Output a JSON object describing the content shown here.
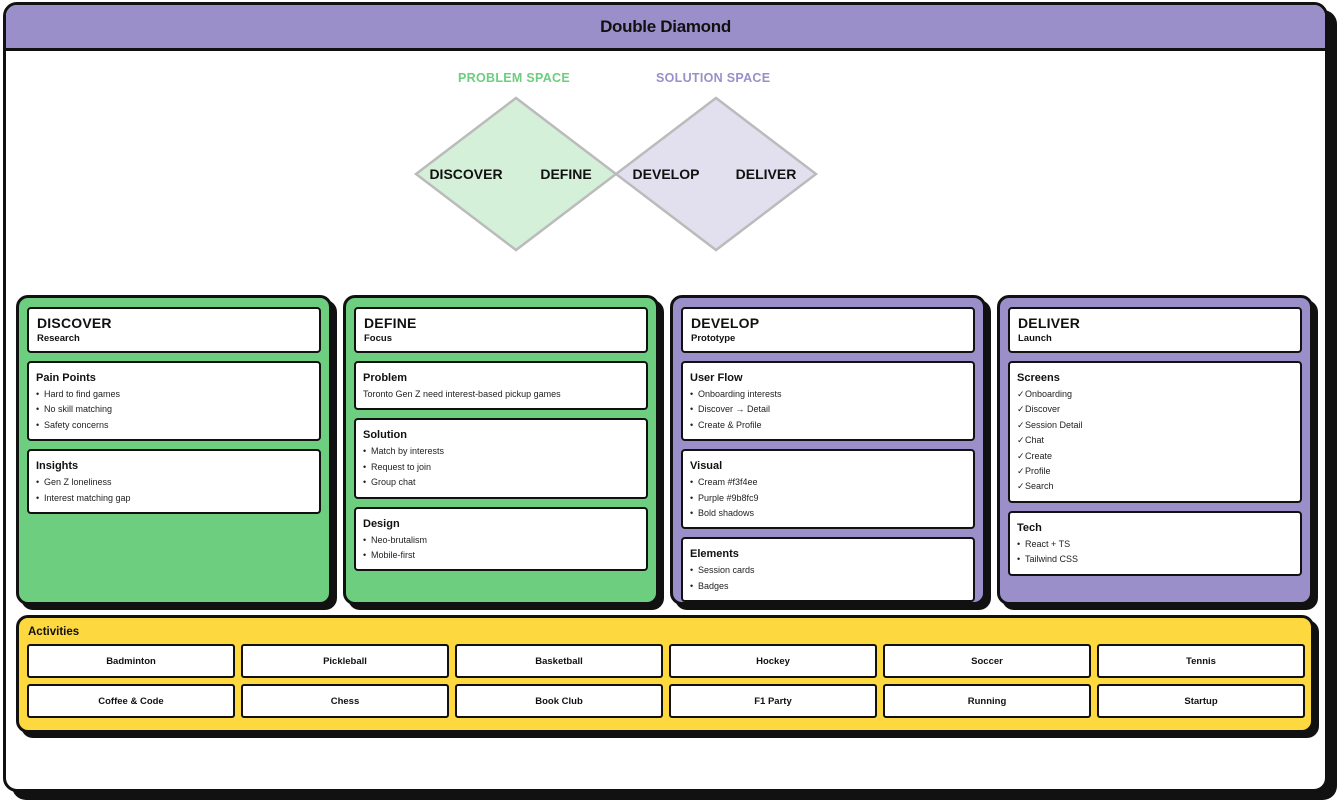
{
  "header": {
    "title": "Double Diamond"
  },
  "spaces": {
    "problem": "PROBLEM SPACE",
    "solution": "SOLUTION SPACE"
  },
  "diamond_labels": {
    "discover": "DISCOVER",
    "define": "DEFINE",
    "develop": "DEVELOP",
    "deliver": "DELIVER"
  },
  "colors": {
    "green": "#6cce7e",
    "purple": "#9b8fc9",
    "yellow": "#fdd83f",
    "diamond_green_fill": "#d4f0d9",
    "diamond_purple_fill": "#e2dfef"
  },
  "phases": [
    {
      "title": "DISCOVER",
      "subtitle": "Research",
      "color": "green",
      "cards": [
        {
          "title": "Pain Points",
          "items": [
            "Hard to find games",
            "No skill matching",
            "Safety concerns"
          ]
        },
        {
          "title": "Insights",
          "items": [
            "Gen Z loneliness",
            "Interest matching gap"
          ]
        }
      ]
    },
    {
      "title": "DEFINE",
      "subtitle": "Focus",
      "color": "green",
      "cards": [
        {
          "title": "Problem",
          "text": "Toronto Gen Z need interest-based pickup games"
        },
        {
          "title": "Solution",
          "items": [
            "Match by interests",
            "Request to join",
            "Group chat"
          ]
        },
        {
          "title": "Design",
          "items": [
            "Neo-brutalism",
            "Mobile-first"
          ]
        }
      ]
    },
    {
      "title": "DEVELOP",
      "subtitle": "Prototype",
      "color": "purple",
      "cards": [
        {
          "title": "User Flow",
          "items": [
            "Onboarding interests",
            "Discover → Detail",
            "Create & Profile"
          ]
        },
        {
          "title": "Visual",
          "items": [
            "Cream #f3f4ee",
            "Purple #9b8fc9",
            "Bold shadows"
          ]
        },
        {
          "title": "Elements",
          "items": [
            "Session cards",
            "Badges"
          ]
        }
      ]
    },
    {
      "title": "DELIVER",
      "subtitle": "Launch",
      "color": "purple",
      "cards": [
        {
          "title": "Screens",
          "check": true,
          "items": [
            "Onboarding",
            "Discover",
            "Session Detail",
            "Chat",
            "Create",
            "Profile",
            "Search"
          ]
        },
        {
          "title": "Tech",
          "items": [
            "React + TS",
            "Tailwind CSS"
          ]
        }
      ]
    }
  ],
  "activities": {
    "title": "Activities",
    "items": [
      "Badminton",
      "Pickleball",
      "Basketball",
      "Hockey",
      "Soccer",
      "Tennis",
      "Coffee & Code",
      "Chess",
      "Book Club",
      "F1 Party",
      "Running",
      "Startup"
    ]
  }
}
